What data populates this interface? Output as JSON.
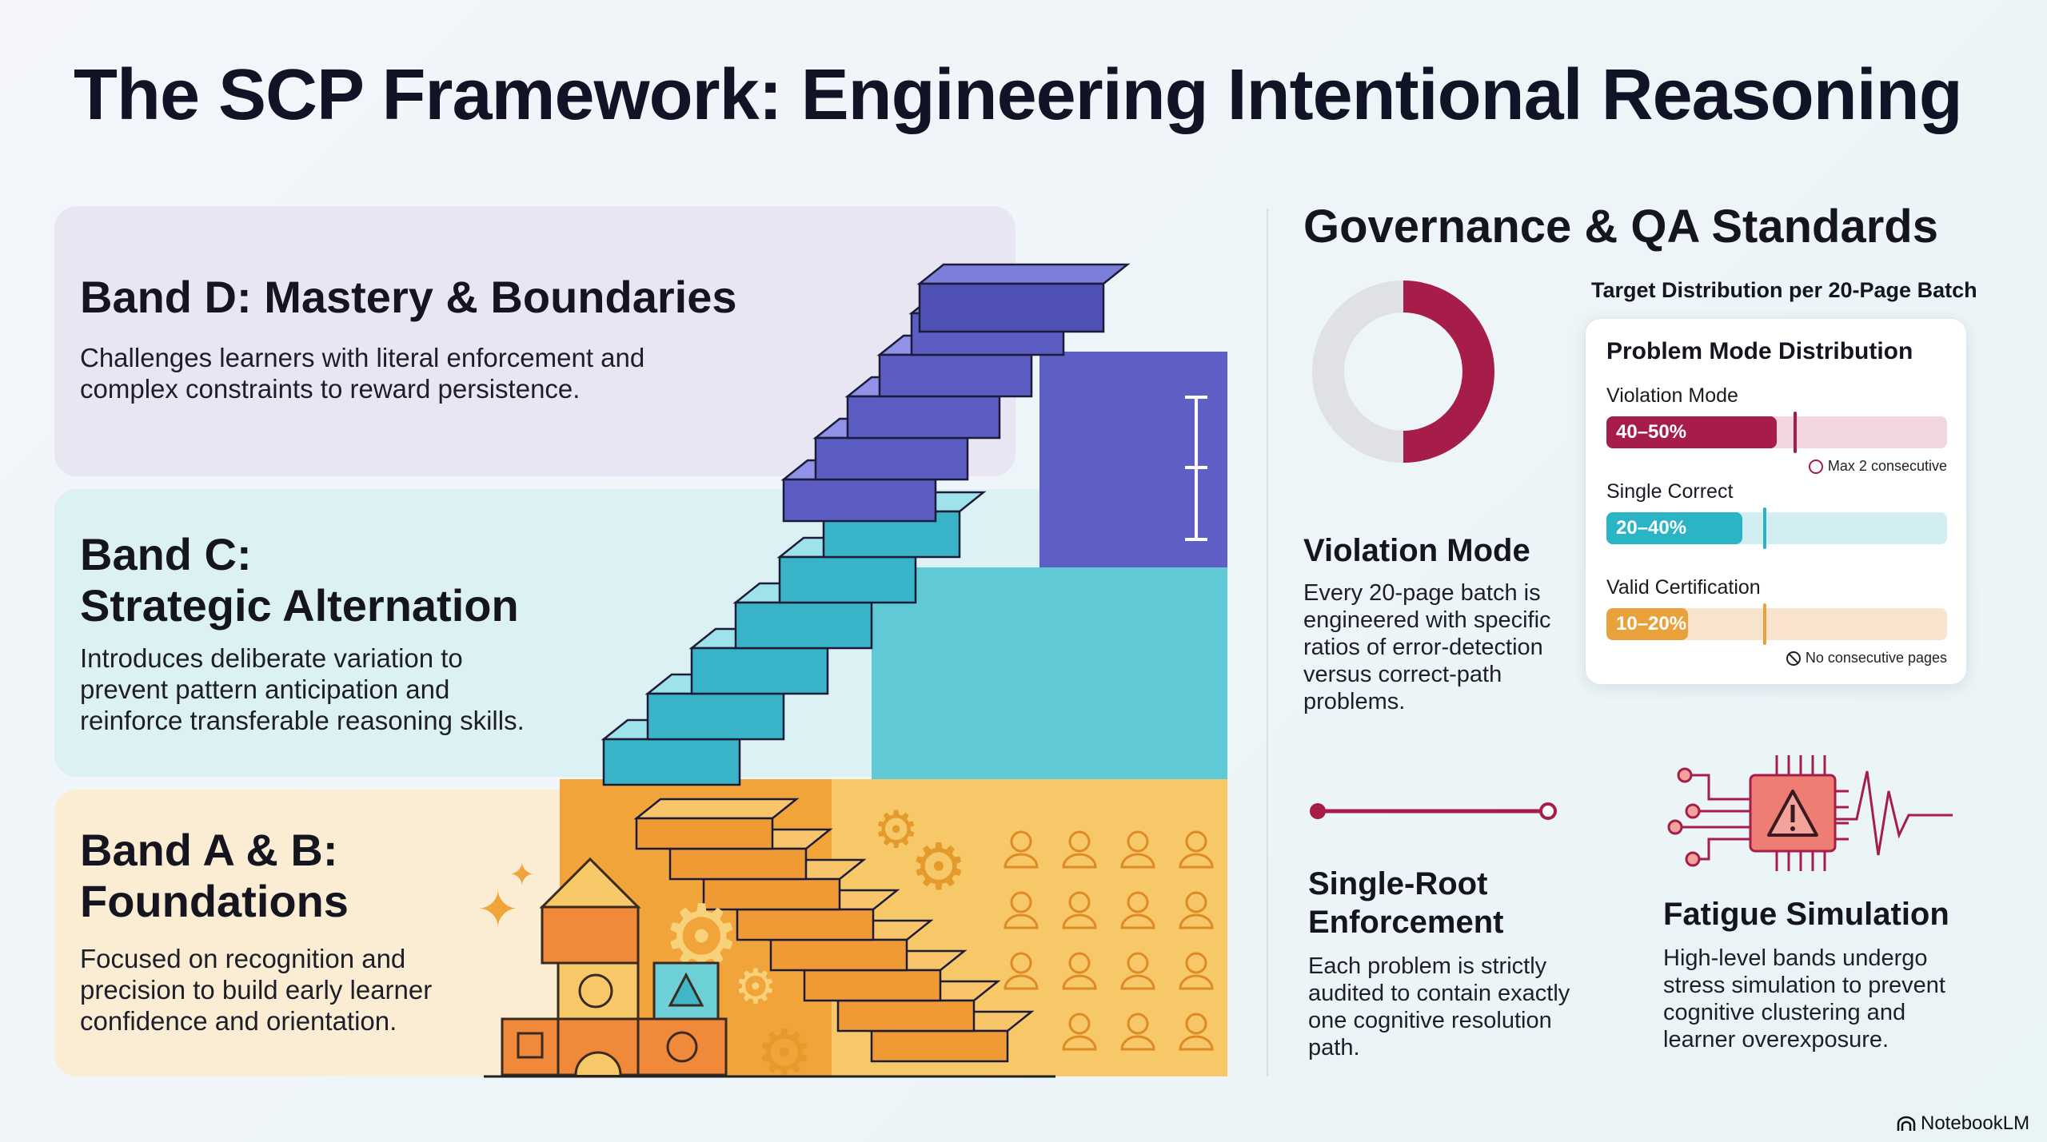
{
  "title": "The SCP Framework: Engineering Intentional Reasoning",
  "bands": [
    {
      "heading": "Band D: Mastery & Boundaries",
      "body_lines": [
        "Challenges learners with literal enforcement and",
        "complex constraints to reward persistence."
      ]
    },
    {
      "heading_lines": [
        "Band C:",
        "Strategic Alternation"
      ],
      "body_lines": [
        "Introduces deliberate variation to",
        "prevent pattern anticipation and",
        "reinforce transferable reasoning skills."
      ]
    },
    {
      "heading_lines": [
        "Band A & B:",
        "Foundations"
      ],
      "body_lines": [
        "Focused on recognition and",
        "precision to build early learner",
        "confidence and orientation."
      ]
    }
  ],
  "governance": {
    "title": "Governance & QA Standards",
    "donut": {
      "violation_fraction": 0.5,
      "color": "#a51d48",
      "rest_color": "#dfe1e4"
    },
    "violation_mode": {
      "heading": "Violation Mode",
      "body_lines": [
        "Every 20-page batch is",
        "engineered with specific",
        "ratios of error-detection",
        "versus correct-path",
        "problems."
      ]
    },
    "target_label": "Target Distribution per 20-Page Batch",
    "card": {
      "title": "Problem Mode Distribution",
      "rows": [
        {
          "label": "Violation Mode",
          "range": "40–50%",
          "fill_pct": 50,
          "marker_pct": 55,
          "color": "#a51d48",
          "track": "#f1d6de",
          "note": "Max 2 consecutive",
          "note_icon": "clock-icon"
        },
        {
          "label": "Single Correct",
          "range": "20–40%",
          "fill_pct": 40,
          "marker_pct": 46,
          "color": "#2bb3c6",
          "track": "#d3eef2",
          "note": "",
          "note_icon": ""
        },
        {
          "label": "Valid Certification",
          "range": "10–20%",
          "fill_pct": 24,
          "marker_pct": 46,
          "color": "#e9a23b",
          "track": "#f8e4cc",
          "note": "No consecutive pages",
          "note_icon": "no-entry-icon"
        }
      ]
    },
    "single_root": {
      "heading_lines": [
        "Single-Root",
        "Enforcement"
      ],
      "body_lines": [
        "Each problem is strictly",
        "audited to contain exactly",
        "one cognitive resolution",
        "path."
      ]
    },
    "fatigue": {
      "heading": "Fatigue Simulation",
      "body_lines": [
        "High-level bands undergo",
        "stress simulation to prevent",
        "cognitive clustering and",
        "learner overexposure."
      ]
    }
  },
  "brand": "NotebookLM"
}
